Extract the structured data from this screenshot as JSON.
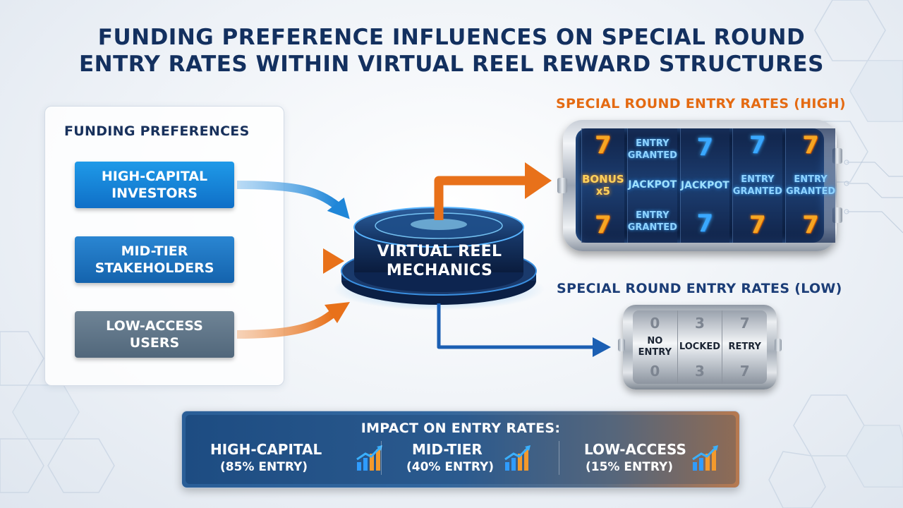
{
  "title": {
    "line1": "FUNDING PREFERENCE INFLUENCES ON SPECIAL ROUND",
    "line2": "ENTRY RATES WITHIN VIRTUAL REEL REWARD STRUCTURES"
  },
  "funding_panel": {
    "heading": "FUNDING PREFERENCES",
    "items": [
      {
        "label": "HIGH-CAPITAL\nINVESTORS",
        "arrow_color": "#1f86d8"
      },
      {
        "label": "MID-TIER\nSTAKEHOLDERS",
        "arrow_color": "#e8711a"
      },
      {
        "label": "LOW-ACCESS\nUSERS",
        "arrow_color": "#e8711a"
      }
    ]
  },
  "hub": {
    "label": "VIRTUAL REEL\nMECHANICS"
  },
  "outputs": {
    "high": {
      "label": "SPECIAL ROUND ENTRY RATES (HIGH)",
      "reels": [
        [
          "7",
          "BONUS\nx5",
          "7"
        ],
        [
          "ENTRY\nGRANTED",
          "JACKPOT",
          "ENTRY\nGRANTED"
        ],
        [
          "7",
          "JACKPOT",
          "7"
        ],
        [
          "7",
          "ENTRY\nGRANTED",
          "7"
        ],
        [
          "7",
          "ENTRY\nGRANTED",
          "7"
        ]
      ]
    },
    "low": {
      "label": "SPECIAL ROUND ENTRY RATES (LOW)",
      "reels": [
        [
          "0",
          "NO\nENTRY",
          "0"
        ],
        [
          "3",
          "LOCKED",
          "3"
        ],
        [
          "7",
          "RETRY",
          "7"
        ]
      ]
    }
  },
  "impact": {
    "heading": "IMPACT ON ENTRY RATES:",
    "items": [
      {
        "name": "HIGH-CAPITAL",
        "value": "(85% ENTRY)",
        "icon": "bar-chart-up-icon"
      },
      {
        "name": "MID-TIER",
        "value": "(40% ENTRY)",
        "icon": "bar-chart-up-icon"
      },
      {
        "name": "LOW-ACCESS",
        "value": "(15% ENTRY)",
        "icon": "bar-chart-up-icon"
      }
    ]
  },
  "colors": {
    "navy": "#13305f",
    "orange": "#e8711a",
    "blue": "#1f86d8"
  }
}
